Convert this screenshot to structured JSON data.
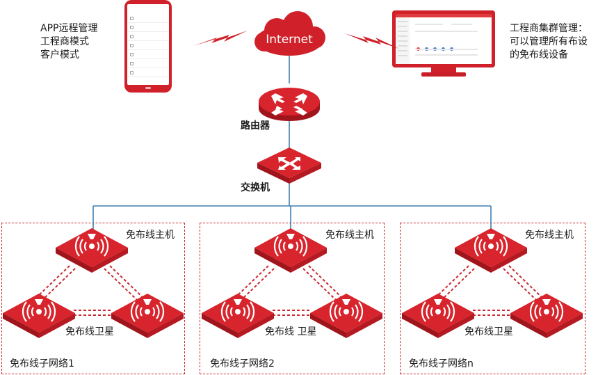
{
  "labels": {
    "app_line1": "APP远程管理",
    "app_line2": "工程商模式",
    "app_line3": "客户模式",
    "cluster_line1": "工程商集群管理：",
    "cluster_line2": "可以管理所有布设",
    "cluster_line3": "的免布线设备",
    "internet": "Internet",
    "router": "路由器",
    "switch": "交换机"
  },
  "subnets": [
    {
      "host_label": "免布线主机",
      "satellite_label": "免布线卫星",
      "network_label": "免布线子网络1"
    },
    {
      "host_label": "免布线主机",
      "satellite_label": "免布线 卫星",
      "network_label": "免布线子网络2"
    },
    {
      "host_label": "免布线主机",
      "satellite_label": "免布线卫星",
      "network_label": "免布线子网络n"
    }
  ],
  "colors": {
    "accent_red": "#d0202a",
    "device_top": "#d8242c",
    "device_side": "#a0151c",
    "link_blue": "#3f7fb0",
    "dashed_red": "#c8282e"
  },
  "icons": {
    "router": "router-arrows-icon",
    "switch": "switch-arrows-icon",
    "wireless": "wireless-signal-icon",
    "cloud": "cloud-icon",
    "lightning": "lightning-link-icon"
  }
}
